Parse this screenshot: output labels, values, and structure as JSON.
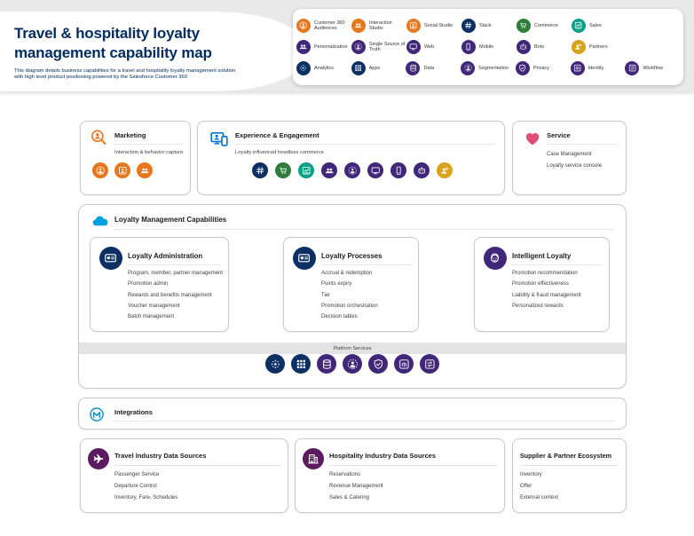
{
  "colors": {
    "banner_gray": "#E9E9E9",
    "title_navy": "#032D60",
    "orange": "#E8761D",
    "navy": "#0D3064",
    "purple": "#40277A",
    "green": "#2E7D3B",
    "teal": "#0AA088",
    "gold": "#D9A31A",
    "plum": "#5A1C5E",
    "heart_pink": "#E14E75",
    "cloud_blue": "#00A1E0",
    "experience_blue": "#0176D3",
    "mulesoft_blue": "#1790CB"
  },
  "header": {
    "title": "Travel & hospitality loyalty management capability map",
    "subtitle": "This diagram details business capabilities for a travel and hospitality loyalty management solution with high level product positioning powered by the Salesforce Customer 360"
  },
  "legend": {
    "items": [
      {
        "label": "Customer 360 Audiences",
        "icon": "customer-360-audiences-icon"
      },
      {
        "label": "Interaction Studio",
        "icon": "interaction-studio-icon"
      },
      {
        "label": "Social Studio",
        "icon": "social-studio-icon"
      },
      {
        "label": "Slack",
        "icon": "slack-icon"
      },
      {
        "label": "Commerce",
        "icon": "commerce-icon"
      },
      {
        "label": "Sales",
        "icon": "sales-icon"
      },
      {
        "label": "Personalization",
        "icon": "personalization-icon"
      },
      {
        "label": "Single Source of Truth",
        "icon": "single-source-of-truth-icon"
      },
      {
        "label": "Web",
        "icon": "web-icon"
      },
      {
        "label": "Mobile",
        "icon": "mobile-icon"
      },
      {
        "label": "Bots",
        "icon": "bots-icon"
      },
      {
        "label": "Partners",
        "icon": "partners-icon"
      },
      {
        "label": "Analytics",
        "icon": "analytics-icon"
      },
      {
        "label": "Apps",
        "icon": "apps-icon"
      },
      {
        "label": "Data",
        "icon": "data-icon"
      },
      {
        "label": "Segmentation",
        "icon": "segmentation-icon"
      },
      {
        "label": "Privacy",
        "icon": "privacy-icon"
      },
      {
        "label": "Identity",
        "icon": "identity-icon"
      },
      {
        "label": "Workflow",
        "icon": "workflow-icon"
      }
    ]
  },
  "sections": {
    "marketing": {
      "title": "Marketing",
      "subtitle": "Interaction & behavior capture",
      "icons": [
        "customer-360-audiences",
        "social-studio",
        "interaction-studio"
      ]
    },
    "experience": {
      "title": "Experience & Engagement",
      "subtitle": "Loyalty influenced headless commerce",
      "icons": [
        "slack",
        "commerce",
        "sales",
        "personalization",
        "single-source-of-truth",
        "web",
        "mobile",
        "bots",
        "partners"
      ]
    },
    "service": {
      "title": "Service",
      "items": [
        "Case Management",
        "Loyalty service console"
      ]
    },
    "loyalty": {
      "title": "Loyalty Management Capabilities",
      "cards": [
        {
          "title": "Loyalty Administration",
          "icon": "loyalty-card-icon",
          "items": [
            "Program, member, partner management",
            "Promotion admin",
            "Rewards and benefits management",
            "Voucher management",
            "Batch management"
          ]
        },
        {
          "title": "Loyalty Processes",
          "icon": "loyalty-card-icon",
          "items": [
            "Accrual & redemption",
            "Points expiry",
            "Tier",
            "Promotion orchestration",
            "Decision tables"
          ]
        },
        {
          "title": "Intelligent Loyalty",
          "icon": "einstein-icon",
          "items": [
            "Promotion recommendation",
            "Promotion effectiveness",
            "Liability & fraud management",
            "Personalized rewards"
          ]
        }
      ],
      "platform_label": "Platform Services",
      "platform_icons": [
        "analytics",
        "apps",
        "data",
        "segmentation",
        "privacy",
        "identity",
        "workflow"
      ]
    },
    "integrations": {
      "title": "Integrations",
      "icon": "mulesoft-icon"
    },
    "travel": {
      "title": "Travel Industry Data Sources",
      "icon": "plane-icon",
      "items": [
        "Passenger Service",
        "Departure Control",
        "Inventory, Fare, Schedules"
      ]
    },
    "hospitality": {
      "title": "Hospitality Industry Data Sources",
      "icon": "hotel-icon",
      "items": [
        "Reservations",
        "Revenue Management",
        "Sales & Catering"
      ]
    },
    "supplier": {
      "title": "Supplier & Partner Ecosystem",
      "items": [
        "Inventory",
        "Offer",
        "External context"
      ]
    }
  }
}
